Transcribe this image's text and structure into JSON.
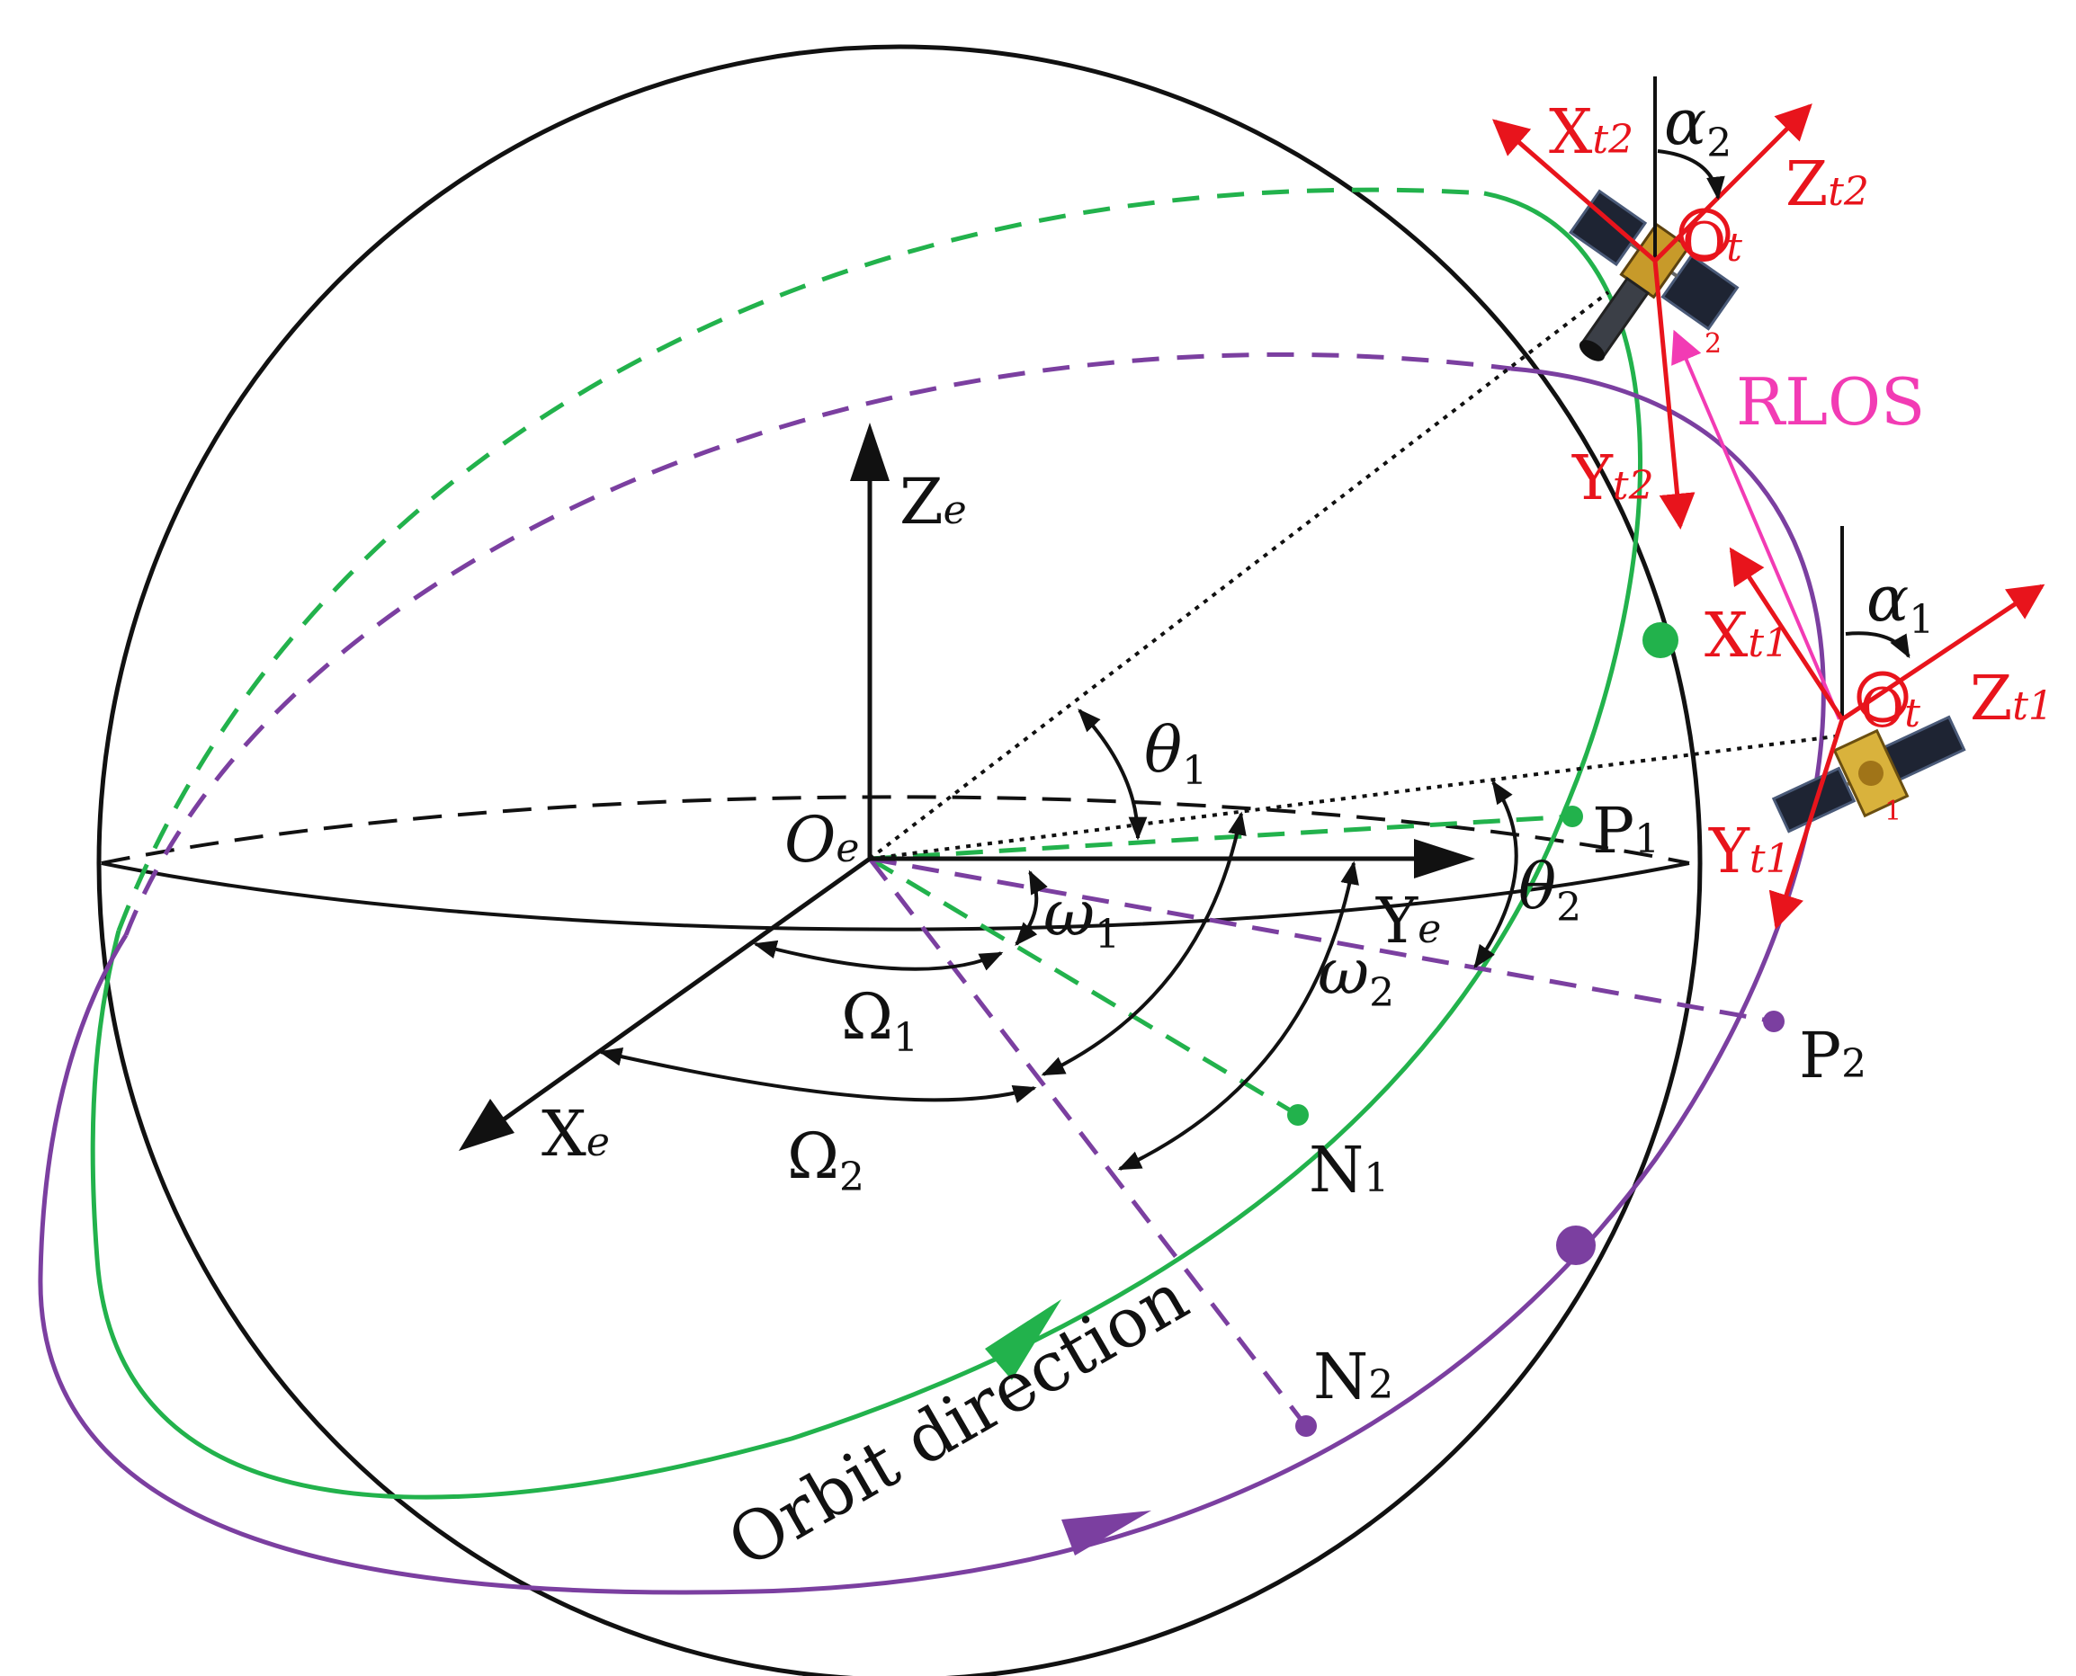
{
  "colors": {
    "sphere": "#111111",
    "orbit1": "#22b24c",
    "orbit2": "#7b3fa0",
    "frame": "#e8141c",
    "rlos": "#f23bb4",
    "axes": "#111111"
  },
  "labels": {
    "ze_main": "Z",
    "ze_sub": "e",
    "ye_main": "Y",
    "ye_sub": "e",
    "xe_main": "X",
    "xe_sub": "e",
    "oe_main": "O",
    "oe_sub": "e",
    "theta1_main": "θ",
    "theta1_sub": "1",
    "theta2_main": "θ",
    "theta2_sub": "2",
    "omega_s1_main": "ω",
    "omega_s1_sub": "1",
    "omega_s2_main": "ω",
    "omega_s2_sub": "2",
    "raan1_main": "Ω",
    "raan1_sub": "1",
    "raan2_main": "Ω",
    "raan2_sub": "2",
    "p1_main": "P",
    "p1_sub": "1",
    "p2_main": "P",
    "p2_sub": "2",
    "n1_main": "N",
    "n1_sub": "1",
    "n2_main": "N",
    "n2_sub": "2",
    "orbit_direction": "Orbit direction",
    "rlos": "RLOS",
    "xt2_main": "X",
    "xt2_sub": "t2",
    "zt2_main": "Z",
    "zt2_sub": "t2",
    "yt2_main": "Y",
    "yt2_sub": "t2",
    "ot2_main": "O",
    "ot2_sub": "t",
    "ot2_idx": "2",
    "alpha2_main": "α",
    "alpha2_sub": "2",
    "xt1_main": "X",
    "xt1_sub": "t1",
    "zt1_main": "Z",
    "zt1_sub": "t1",
    "yt1_main": "Y",
    "yt1_sub": "t1",
    "ot1_main": "O",
    "ot1_sub": "t",
    "ot1_idx": "1",
    "alpha1_main": "α",
    "alpha1_sub": "1"
  },
  "icons": {
    "satellite_upper": "satellite-icon",
    "satellite_lower": "satellite-icon"
  }
}
